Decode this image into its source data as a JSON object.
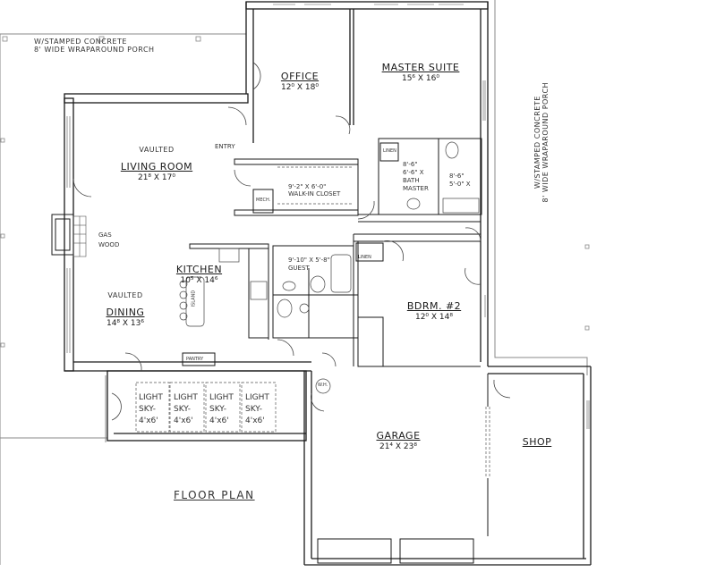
{
  "drawing": {
    "title": "FLOOR PLAN",
    "line_color": "#1a1a1a",
    "porch_line_color": "#888888"
  },
  "porch": {
    "top_left_note_line1": "W/STAMPED CONCRETE",
    "top_left_note_line2": "8' WIDE WRAPAROUND PORCH",
    "right_note_line1": "W/STAMPED CONCRETE",
    "right_note_line2": "8' WIDE WRAPAROUND PORCH"
  },
  "rooms": {
    "office": {
      "name": "OFFICE",
      "dims": "12⁰ X 18⁰"
    },
    "master_suite": {
      "name": "MASTER SUITE",
      "dims": "15⁶ X 16⁰"
    },
    "living_room": {
      "name": "LIVING ROOM",
      "note": "VAULTED",
      "dims": "21⁸ X 17⁰"
    },
    "entry": {
      "name": "ENTRY"
    },
    "walk_in_closet": {
      "line1": "9'-2\" X 6'-0\"",
      "line2": "WALK-IN CLOSET"
    },
    "bath_master": {
      "line1": "8'-6\"",
      "line2": "6'-6\" X",
      "line3": "BATH",
      "line4": "MASTER"
    },
    "master_wc": {
      "line1": "8'-6\"",
      "line2": "5'-0\" X"
    },
    "master_linen": {
      "name": "LINEN"
    },
    "fireplace": {
      "line1": "GAS",
      "line2": "WOOD"
    },
    "kitchen": {
      "name": "KITCHEN",
      "dims": "10⁵ X 14⁶",
      "island": "ISLAND"
    },
    "dining": {
      "name": "DINING",
      "note": "VAULTED",
      "dims": "14⁸ X 13⁶"
    },
    "guest_bath": {
      "line1": "9'-10\" X 5'-8\"",
      "line2": "GUEST"
    },
    "hall_linen": {
      "name": "LINEN"
    },
    "bedroom2": {
      "name": "BDRM. #2",
      "dims": "12⁰ X 14⁸"
    },
    "pantry": {
      "name": "PANTRY"
    },
    "mech": {
      "name": "MECH."
    },
    "water_heater": {
      "name": "W.H."
    },
    "garage": {
      "name": "GARAGE",
      "dims": "21⁴ X 23⁸"
    },
    "shop": {
      "name": "SHOP"
    }
  },
  "skylights": [
    {
      "line1": "LIGHT",
      "line2": "SKY-",
      "line3": "4'x6'"
    },
    {
      "line1": "LIGHT",
      "line2": "SKY-",
      "line3": "4'x6'"
    },
    {
      "line1": "LIGHT",
      "line2": "SKY-",
      "line3": "4'x6'"
    },
    {
      "line1": "LIGHT",
      "line2": "SKY-",
      "line3": "4'x6'"
    }
  ]
}
